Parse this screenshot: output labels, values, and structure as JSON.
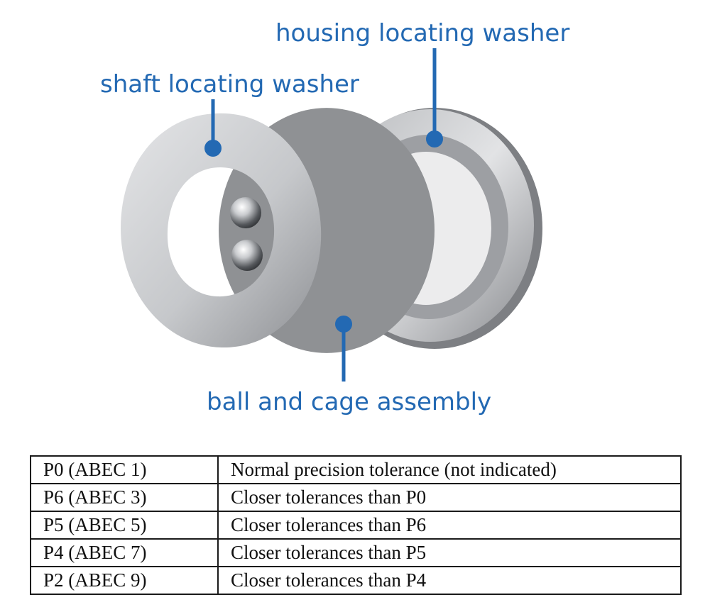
{
  "labels": {
    "housing_washer": "housing locating washer",
    "shaft_washer": "shaft locating washer",
    "ball_cage": "ball and cage assembly"
  },
  "colors": {
    "callout": "#2369b3",
    "steel_light": "#d8d9db",
    "steel_mid": "#a9abae",
    "steel_dark": "#6e7073"
  },
  "tolerance_table": [
    {
      "grade": "P0 (ABEC 1)",
      "description": "Normal precision tolerance (not indicated)"
    },
    {
      "grade": "P6 (ABEC 3)",
      "description": "Closer tolerances than P0"
    },
    {
      "grade": "P5 (ABEC 5)",
      "description": "Closer tolerances than P6"
    },
    {
      "grade": "P4 (ABEC 7)",
      "description": "Closer tolerances than P5"
    },
    {
      "grade": "P2 (ABEC 9)",
      "description": "Closer tolerances than P4"
    }
  ]
}
